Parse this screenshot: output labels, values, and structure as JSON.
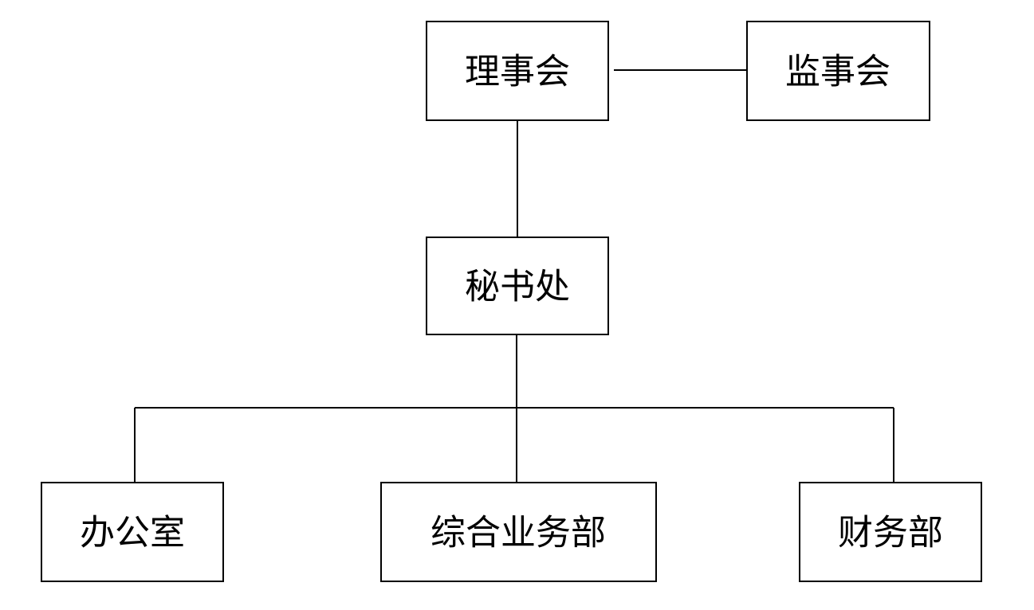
{
  "org_chart": {
    "nodes": {
      "board_of_directors": "理事会",
      "board_of_supervisors": "监事会",
      "secretariat": "秘书处",
      "office": "办公室",
      "general_business_dept": "综合业务部",
      "finance_dept": "财务部"
    },
    "relations": [
      {
        "from": "board_of_directors",
        "to": "board_of_supervisors"
      },
      {
        "from": "board_of_directors",
        "to": "secretariat"
      },
      {
        "from": "secretariat",
        "to": "office"
      },
      {
        "from": "secretariat",
        "to": "general_business_dept"
      },
      {
        "from": "secretariat",
        "to": "finance_dept"
      }
    ]
  }
}
